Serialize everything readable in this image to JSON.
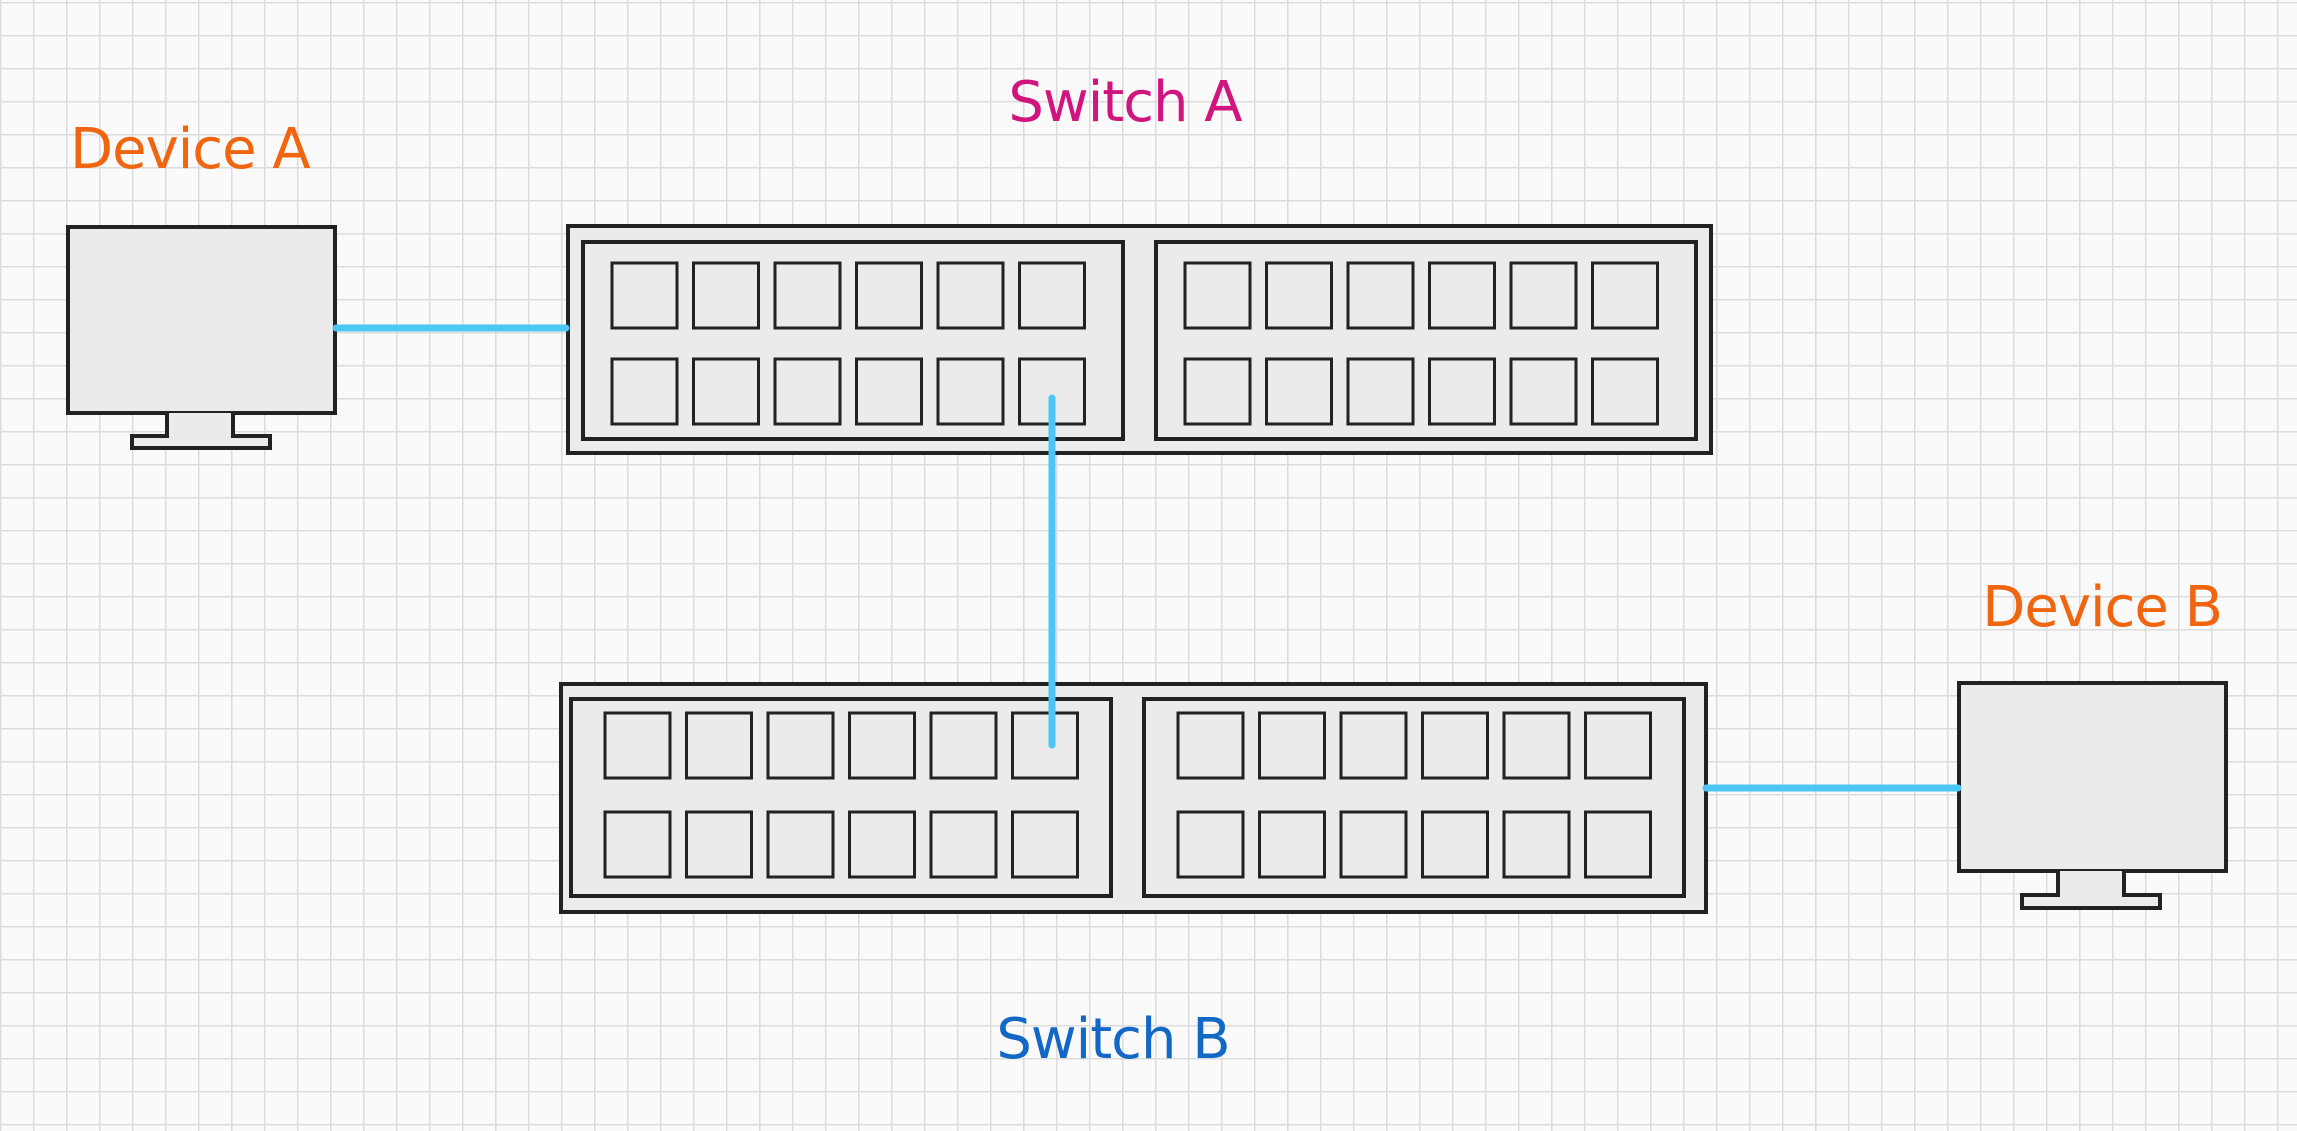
{
  "labels": {
    "switch_a": "Switch A",
    "switch_b": "Switch B",
    "device_a": "Device A",
    "device_b": "Device B"
  },
  "colors": {
    "background": "#fafafa",
    "grid": "#dcdcdc",
    "outline": "#222222",
    "fill": "#ebebeb",
    "cable": "#4cc6f3",
    "switch_a_label": "#d0157f",
    "switch_b_label": "#1268c4",
    "device_label": "#f0650f"
  },
  "switch_ports": {
    "modules_per_switch": 2,
    "rows_per_module": 2,
    "ports_per_row": 6
  },
  "connections": [
    {
      "from": "Device A",
      "to": "Switch A"
    },
    {
      "from": "Switch A",
      "to": "Switch B"
    },
    {
      "from": "Switch B",
      "to": "Device B"
    }
  ],
  "icons": {
    "device_a": "monitor-icon",
    "device_b": "monitor-icon"
  }
}
